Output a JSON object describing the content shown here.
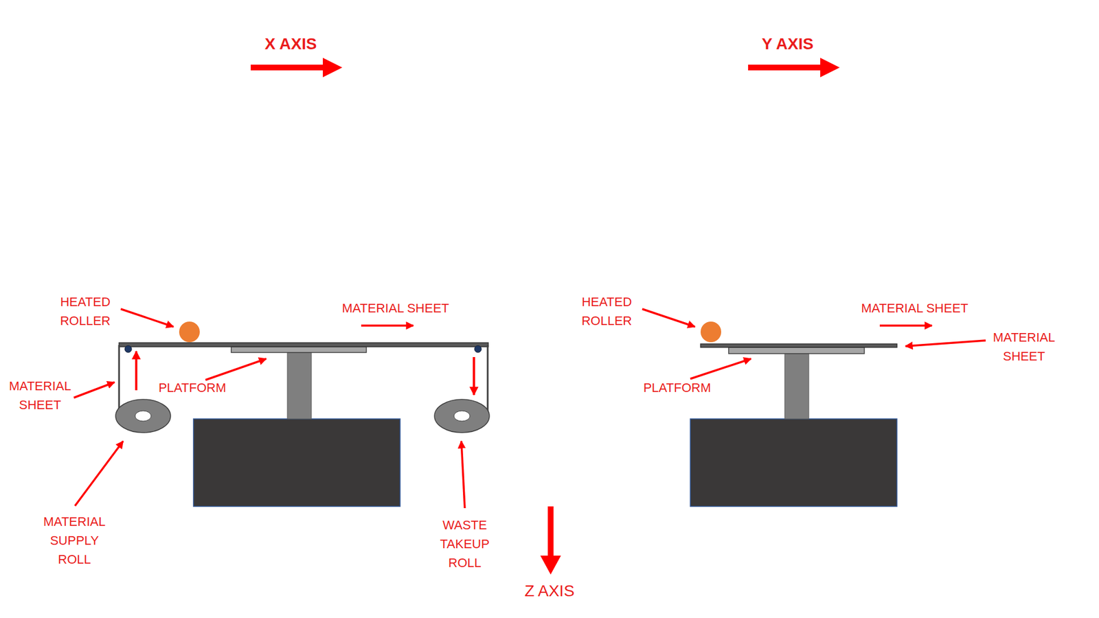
{
  "diagram": {
    "labels": [
      "X AXIS",
      "Y AXIS",
      "HEATED ROLLER",
      "MATERIAL SHEET",
      "HEATED ROLLER",
      "MATERIAL SHEET",
      "MATERIAL SHEET",
      "MATERIAL SHEET",
      "PLATFORM",
      "PLATFORM",
      "MATERIAL SUPPLY ROLL",
      "WASTE TAKEUP ROLL",
      "Z AXIS"
    ]
  }
}
